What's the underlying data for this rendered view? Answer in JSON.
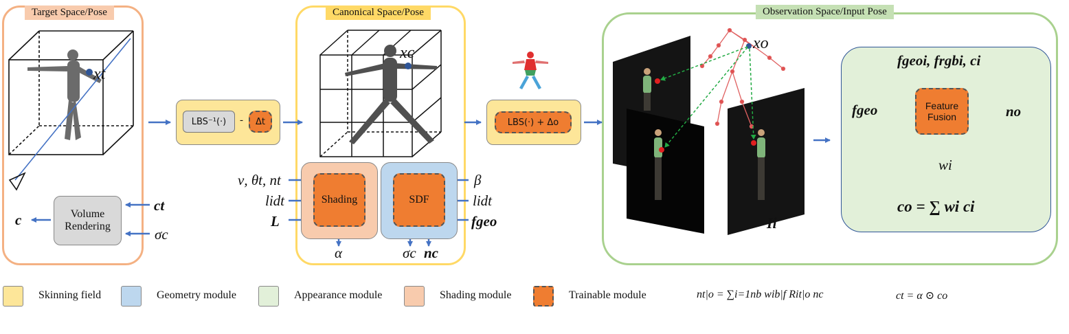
{
  "panels": {
    "target": "Target Space/Pose",
    "canonical": "Canonical Space/Pose",
    "observation": "Observation Space/Input Pose"
  },
  "modules": {
    "lbs_inv": "LBS⁻¹(·)",
    "minus": "-",
    "delta_t": "Δt",
    "lbs": "LBS(·) + Δo",
    "volume_rendering": "Volume Rendering",
    "shading": "Shading",
    "sdf": "SDF",
    "feature_fusion": "Feature Fusion"
  },
  "symbols": {
    "x_t": "xt",
    "x_c": "xc",
    "x_o": "xo",
    "c_out": "c",
    "c_t": "ct",
    "sigma_c": "σc",
    "shading_in_1": "ν, θt, nt",
    "shading_in_2": "lidt",
    "shading_in_3": "L",
    "alpha": "α",
    "sdf_in_1": "β",
    "sdf_in_2": "lidt",
    "sdf_in_3": "fgeo",
    "sdf_out_sigma": "σc",
    "sdf_out_n": "nc",
    "image_label": "Ii",
    "fusion_inputs": "fgeoi, frgbi, ci",
    "f_geo": "fgeo",
    "n_o": "no",
    "w_i": "wi",
    "c_o_eq": "co = ∑ wi ci"
  },
  "legend": [
    {
      "label": "Skinning field",
      "color": "#fde699"
    },
    {
      "label": "Geometry module",
      "color": "#bdd7ee"
    },
    {
      "label": "Appearance module",
      "color": "#e2f0d9"
    },
    {
      "label": "Shading module",
      "color": "#f8cbad"
    },
    {
      "label": "Trainable module",
      "color": "#ef7d31"
    }
  ],
  "equations": {
    "normal": "nt|o = ∑i=1nb wib|f Rit|o nc",
    "color": "ct = α ⊙ co"
  },
  "colors": {
    "target_border": "#f4b183",
    "target_title_bg": "#f8cbad",
    "canonical_border": "#ffd966",
    "canonical_title_bg": "#ffd966",
    "observation_border": "#a9d18e",
    "observation_title_bg": "#c5e0b4",
    "arrow": "#4472c4",
    "trainable": "#ef7d31",
    "skinning": "#fde699",
    "geometry": "#bdd7ee",
    "appearance": "#e2f0d9",
    "shading": "#f8cbad",
    "volume": "#d9d9d9"
  }
}
